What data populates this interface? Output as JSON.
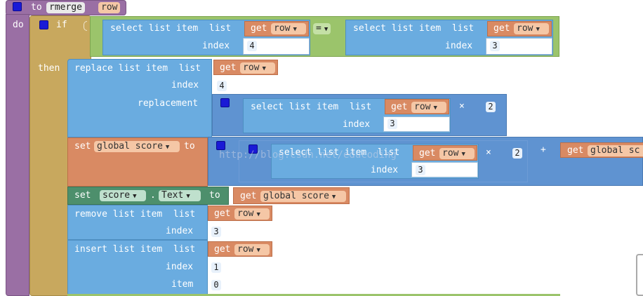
{
  "procedure": {
    "to_label": "to",
    "name": "rmerge",
    "param": "row",
    "do_label": "do"
  },
  "if_block": {
    "if_label": "if",
    "then_label": "then",
    "op": "="
  },
  "common": {
    "select_list_item_list": "select list item  list",
    "index": "index",
    "get": "get",
    "row": "row",
    "replace_list_item_list": "replace list item  list",
    "replacement": "replacement",
    "times": "×",
    "plus": "+",
    "set": "set",
    "to": "to",
    "global_score": "global score",
    "score": "score",
    "text": "Text",
    "dot": ".",
    "remove_list_item_list": "remove list item  list",
    "insert_list_item_list": "insert list item  list",
    "item": "item",
    "global_sc": "global sc"
  },
  "values": {
    "cond_left_index": "4",
    "cond_right_index": "3",
    "replace_index": "4",
    "repl_index": "3",
    "repl_mult": "2",
    "sum_index": "3",
    "sum_mult": "2",
    "remove_index": "3",
    "insert_index": "1",
    "insert_item": "0"
  },
  "watermark": "http://blog.csdn.net/educoding"
}
